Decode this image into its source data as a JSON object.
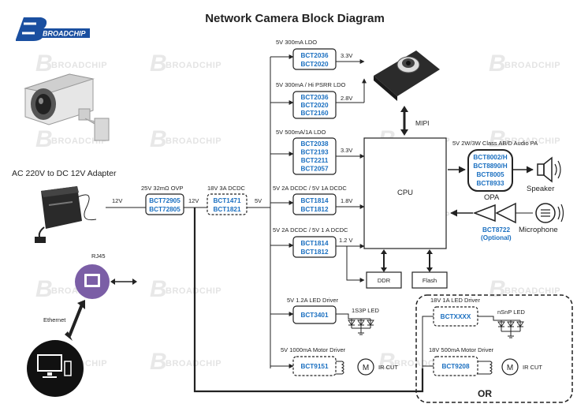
{
  "title": "Network Camera Block Diagram",
  "logo": {
    "text": "BROADCHIP"
  },
  "watermark": "BROADCHIP",
  "left": {
    "adapter_label": "AC 220V to DC 12V Adapter",
    "rj45_label": "RJ45",
    "ethernet_label": "Ethernet",
    "v12": "12V"
  },
  "ovp": {
    "title": "25V 32mΩ OVP",
    "chips": [
      "BCT72905",
      "BCT72805"
    ],
    "out": "12V"
  },
  "dcdc": {
    "title": "18V 3A DCDC",
    "chips": [
      "BCT1471",
      "BCT1821"
    ],
    "out": "5V"
  },
  "ldo1": {
    "title": "5V 300mA LDO",
    "chips": [
      "BCT2036",
      "BCT2020"
    ],
    "out": "3.3V"
  },
  "ldo2": {
    "title": "5V 300mA / Hi PSRR LDO",
    "chips": [
      "BCT2036",
      "BCT2020",
      "BCT2160"
    ],
    "out": "2.8V"
  },
  "ldo3": {
    "title": "5V 500mA/1A LDO",
    "chips": [
      "BCT2038",
      "BCT2193",
      "BCT2211",
      "BCT2057"
    ],
    "out": "3.3V"
  },
  "dcdc2": {
    "title": "5V 2A DCDC / 5V 1A DCDC",
    "chips": [
      "BCT1814",
      "BCT1812"
    ],
    "out": "1.8V"
  },
  "dcdc3": {
    "title": "5V 2A DCDC / 5V 1 A DCDC",
    "chips": [
      "BCT1814",
      "BCT1812"
    ],
    "out": "1.2 V"
  },
  "led": {
    "title": "5V 1.2A LED Driver",
    "chip": "BCT3401",
    "led": "1S3P LED"
  },
  "motor": {
    "title": "5V 1000mA Motor Driver",
    "chip": "BCT9151",
    "motor": "M",
    "ircut": "IR CUT"
  },
  "cpu": {
    "label": "CPU",
    "mipi": "MIPI",
    "ddr": "DDR",
    "flash": "Flash"
  },
  "audio": {
    "title": "5V 2W/3W Class  AB/D Audio PA",
    "chips": [
      "BCT8002/H",
      "BCT8890/H",
      "BCT8005",
      "BCT8933"
    ],
    "opa": "OPA",
    "speaker": "Speaker",
    "mic_chip": "BCT8722",
    "mic_chip_note": "(Optional)",
    "microphone": "Microphone"
  },
  "alt": {
    "led_title": "18V 1A LED Driver",
    "led_chip": "BCTXXXX",
    "led": "nSnP LED",
    "motor_title": "18V 500mA Motor Driver",
    "motor_chip": "BCT9208",
    "motor": "M",
    "ircut": "IR CUT",
    "or": "OR"
  }
}
